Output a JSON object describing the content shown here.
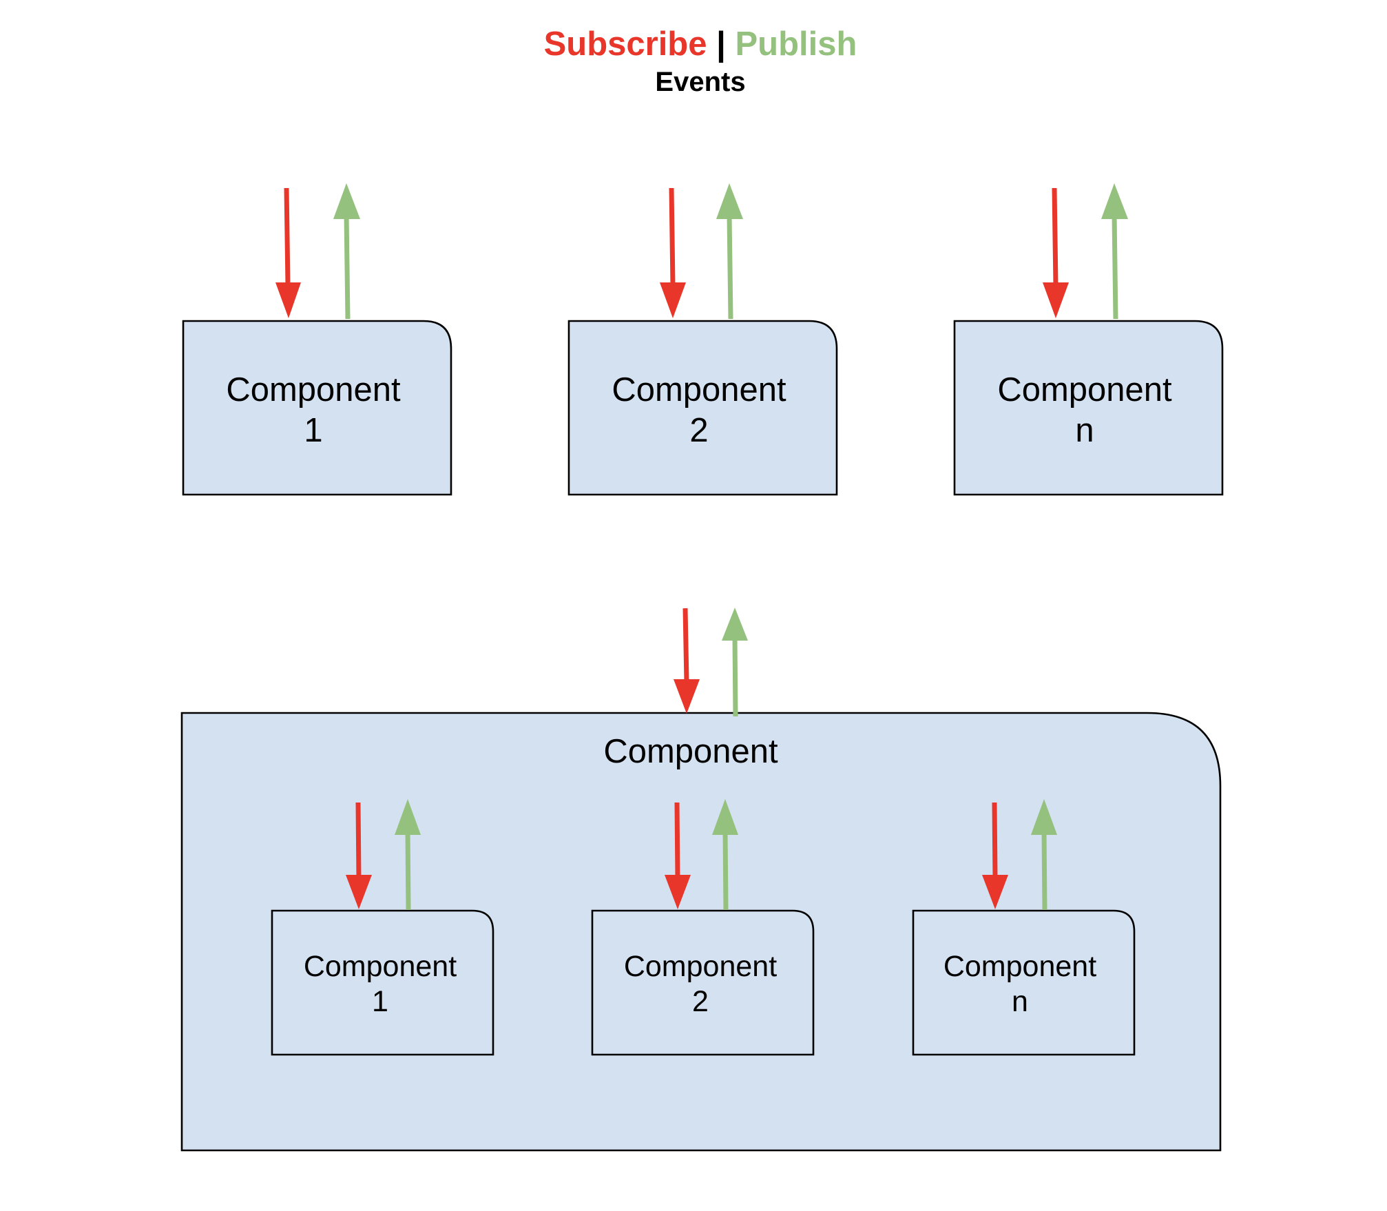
{
  "title": {
    "subscribe": "Subscribe",
    "separator": "|",
    "publish": "Publish",
    "subtitle": "Events"
  },
  "colors": {
    "subscribe": "#e8362a",
    "publish": "#94c17d",
    "box_fill": "#d4e1f1",
    "box_stroke": "#000000"
  },
  "top_components": [
    {
      "line1": "Component",
      "line2": "1"
    },
    {
      "line1": "Component",
      "line2": "2"
    },
    {
      "line1": "Component",
      "line2": "n"
    }
  ],
  "container": {
    "label": "Component",
    "children": [
      {
        "line1": "Component",
        "line2": "1"
      },
      {
        "line1": "Component",
        "line2": "2"
      },
      {
        "line1": "Component",
        "line2": "n"
      }
    ]
  }
}
